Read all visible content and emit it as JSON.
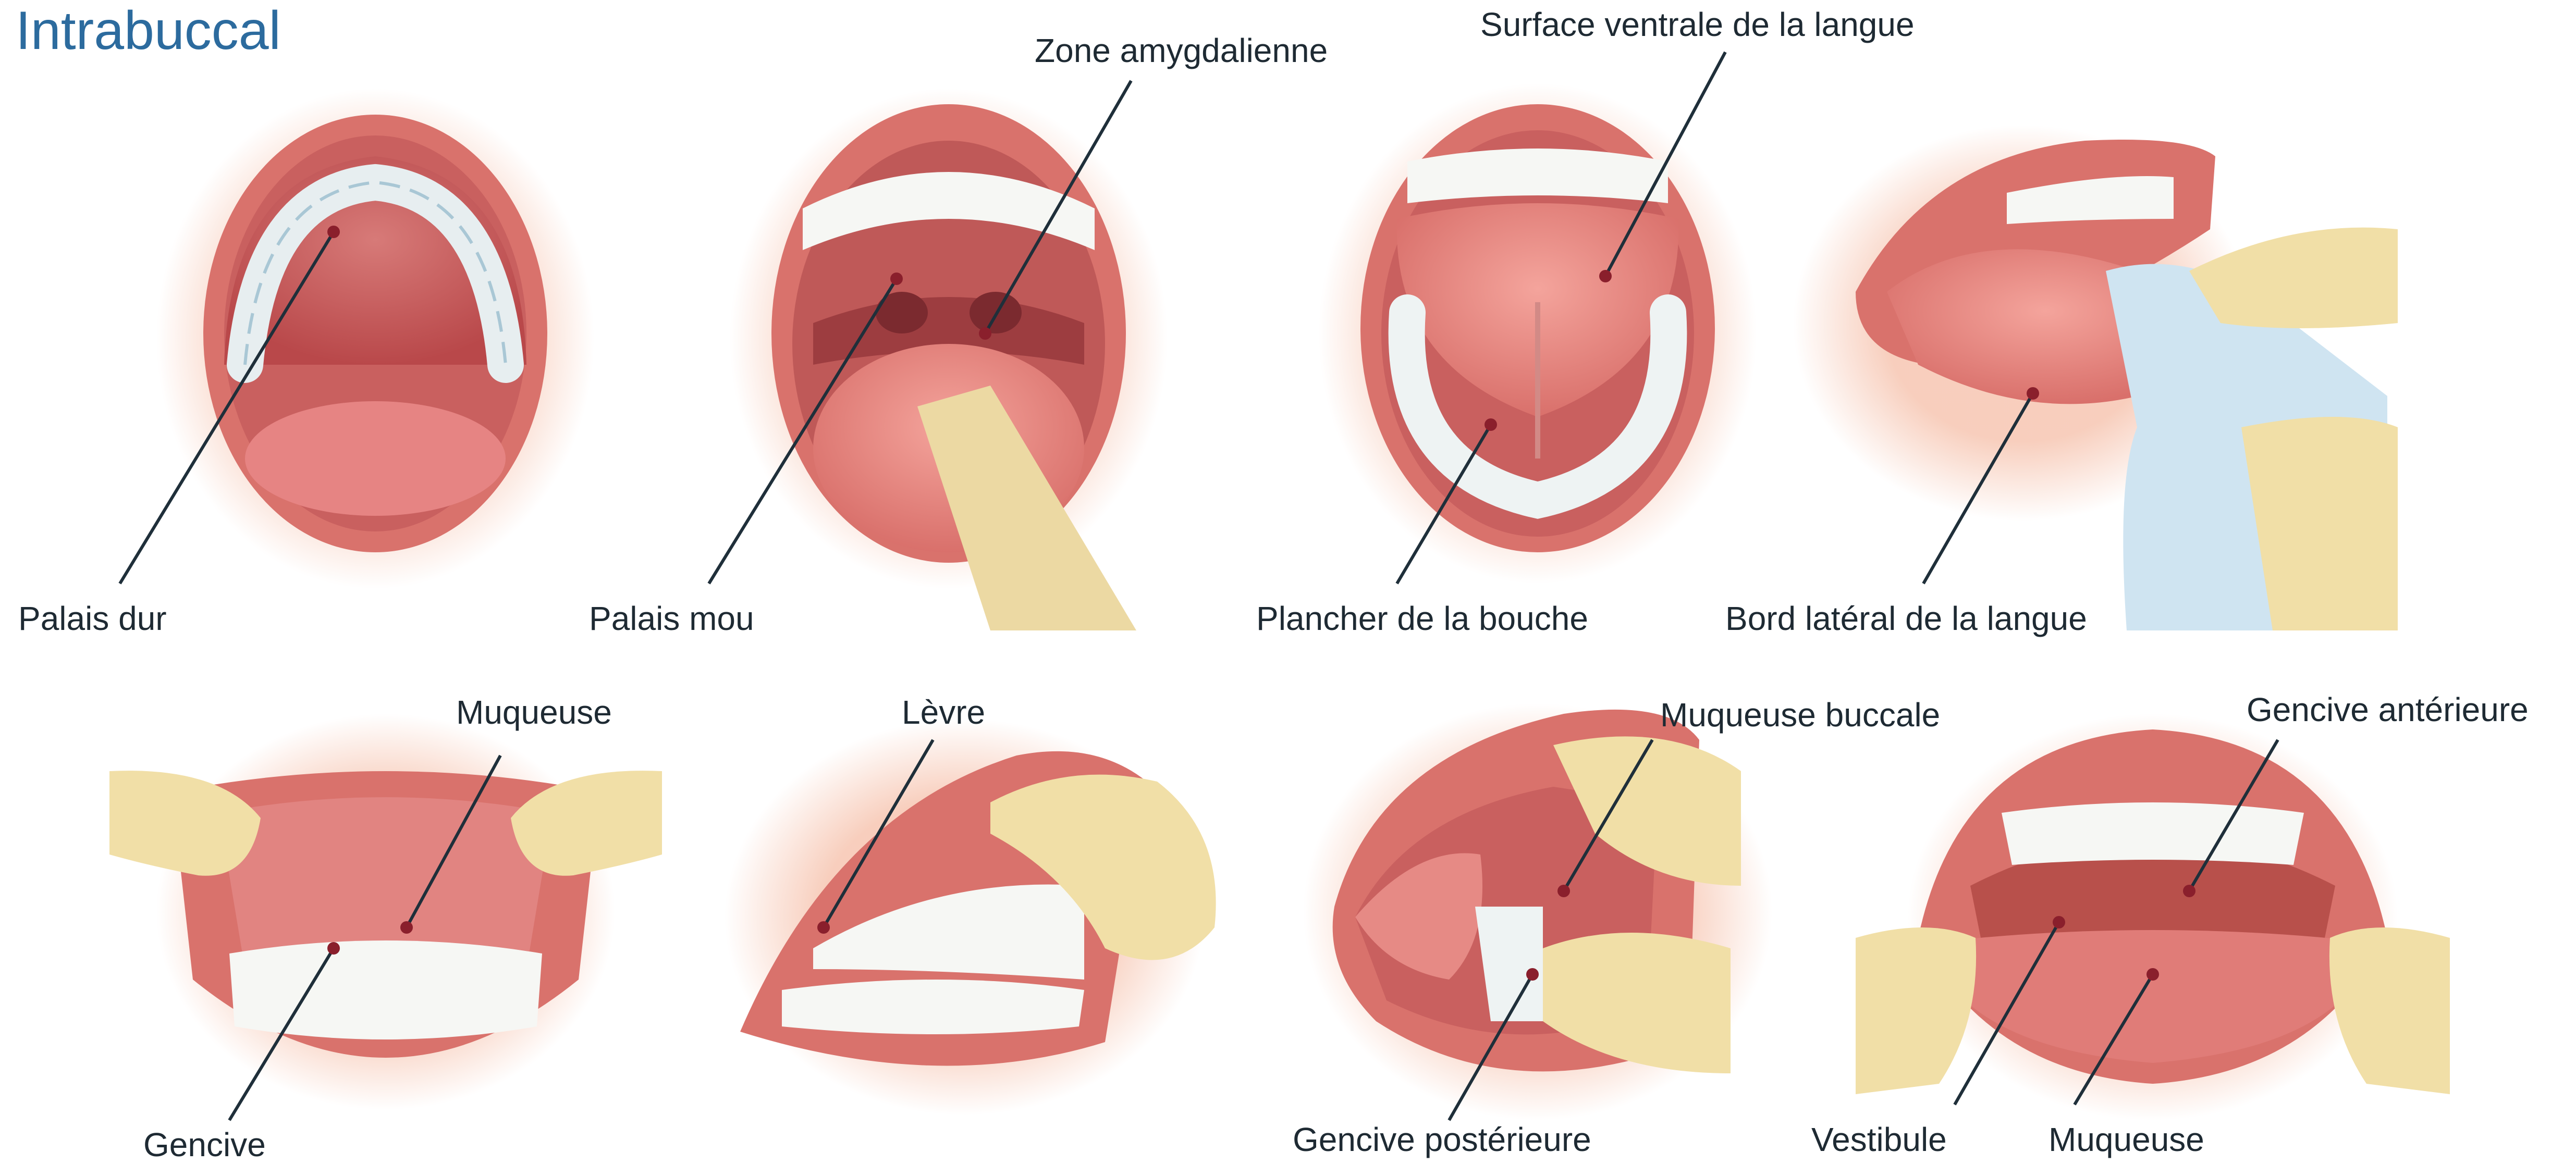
{
  "title": "Intrabuccal",
  "colors": {
    "lip": "#d9726c",
    "lip_dark": "#b8504b",
    "mucosa": "#e58c86",
    "palate": "#cf6a69",
    "tongue": "#e6827e",
    "teeth": "#f6f7f4",
    "glove": "#f1dfa7",
    "gauze": "#cfe4f1",
    "glow": "#f7c9b6",
    "line": "#1f2f3a",
    "title": "#2c6b9e"
  },
  "labels": {
    "palais_dur": "Palais dur",
    "zone_amygdalienne": "Zone amygdalienne",
    "palais_mou": "Palais mou",
    "surface_ventrale": "Surface ventrale de la langue",
    "plancher": "Plancher de la bouche",
    "bord_lateral": "Bord latéral de la langue",
    "muqueuse_1": "Muqueuse",
    "gencive_1": "Gencive",
    "levre": "Lèvre",
    "muqueuse_buccale": "Muqueuse buccale",
    "gencive_posterieure": "Gencive postérieure",
    "gencive_anterieure": "Gencive antérieure",
    "vestibule": "Vestibule",
    "muqueuse_2": "Muqueuse"
  }
}
